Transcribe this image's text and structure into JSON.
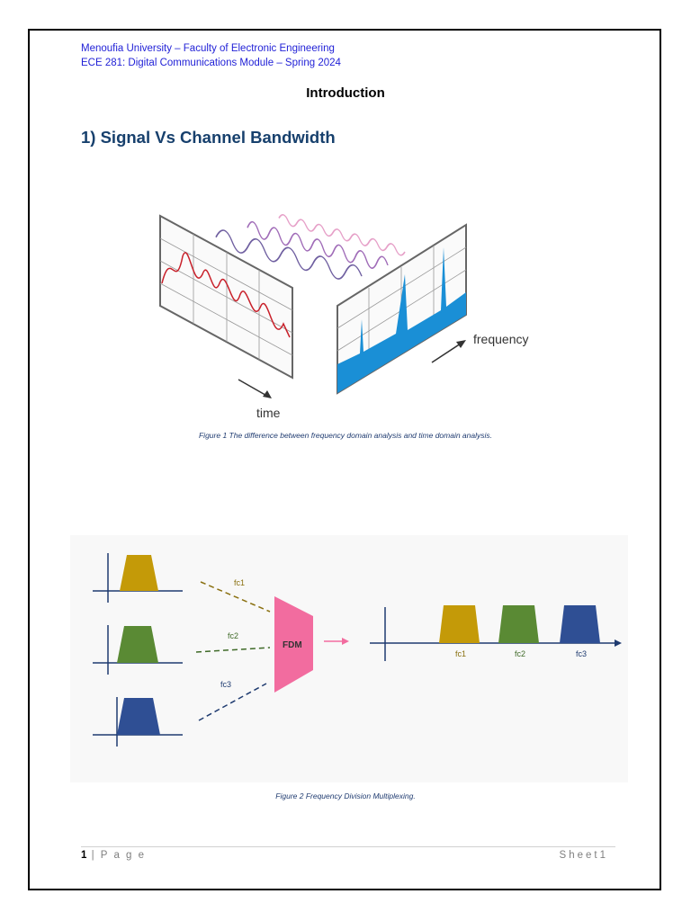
{
  "header": {
    "line1": "Menoufia University – Faculty of Electronic Engineering",
    "line2": "ECE 281: Digital Communications Module – Spring 2024"
  },
  "intro_title": "Introduction",
  "section_title": "1) Signal Vs Channel Bandwidth",
  "figure1": {
    "time_label": "time",
    "frequency_label": "frequency",
    "caption": "Figure 1  The difference between frequency domain analysis and time domain analysis."
  },
  "figure2": {
    "mux_label": "FDM",
    "fc1": "fc1",
    "fc2": "fc2",
    "fc3": "fc3",
    "colors": {
      "fc1": "#c49a08",
      "fc2": "#5a8a34",
      "fc3": "#2f4f94",
      "mux": "#f26c9f"
    },
    "caption": "Figure 2  Frequency Division Multiplexing."
  },
  "footer": {
    "page_number": "1",
    "page_label": "| P a g e",
    "sheet_label": "Sheet1"
  }
}
